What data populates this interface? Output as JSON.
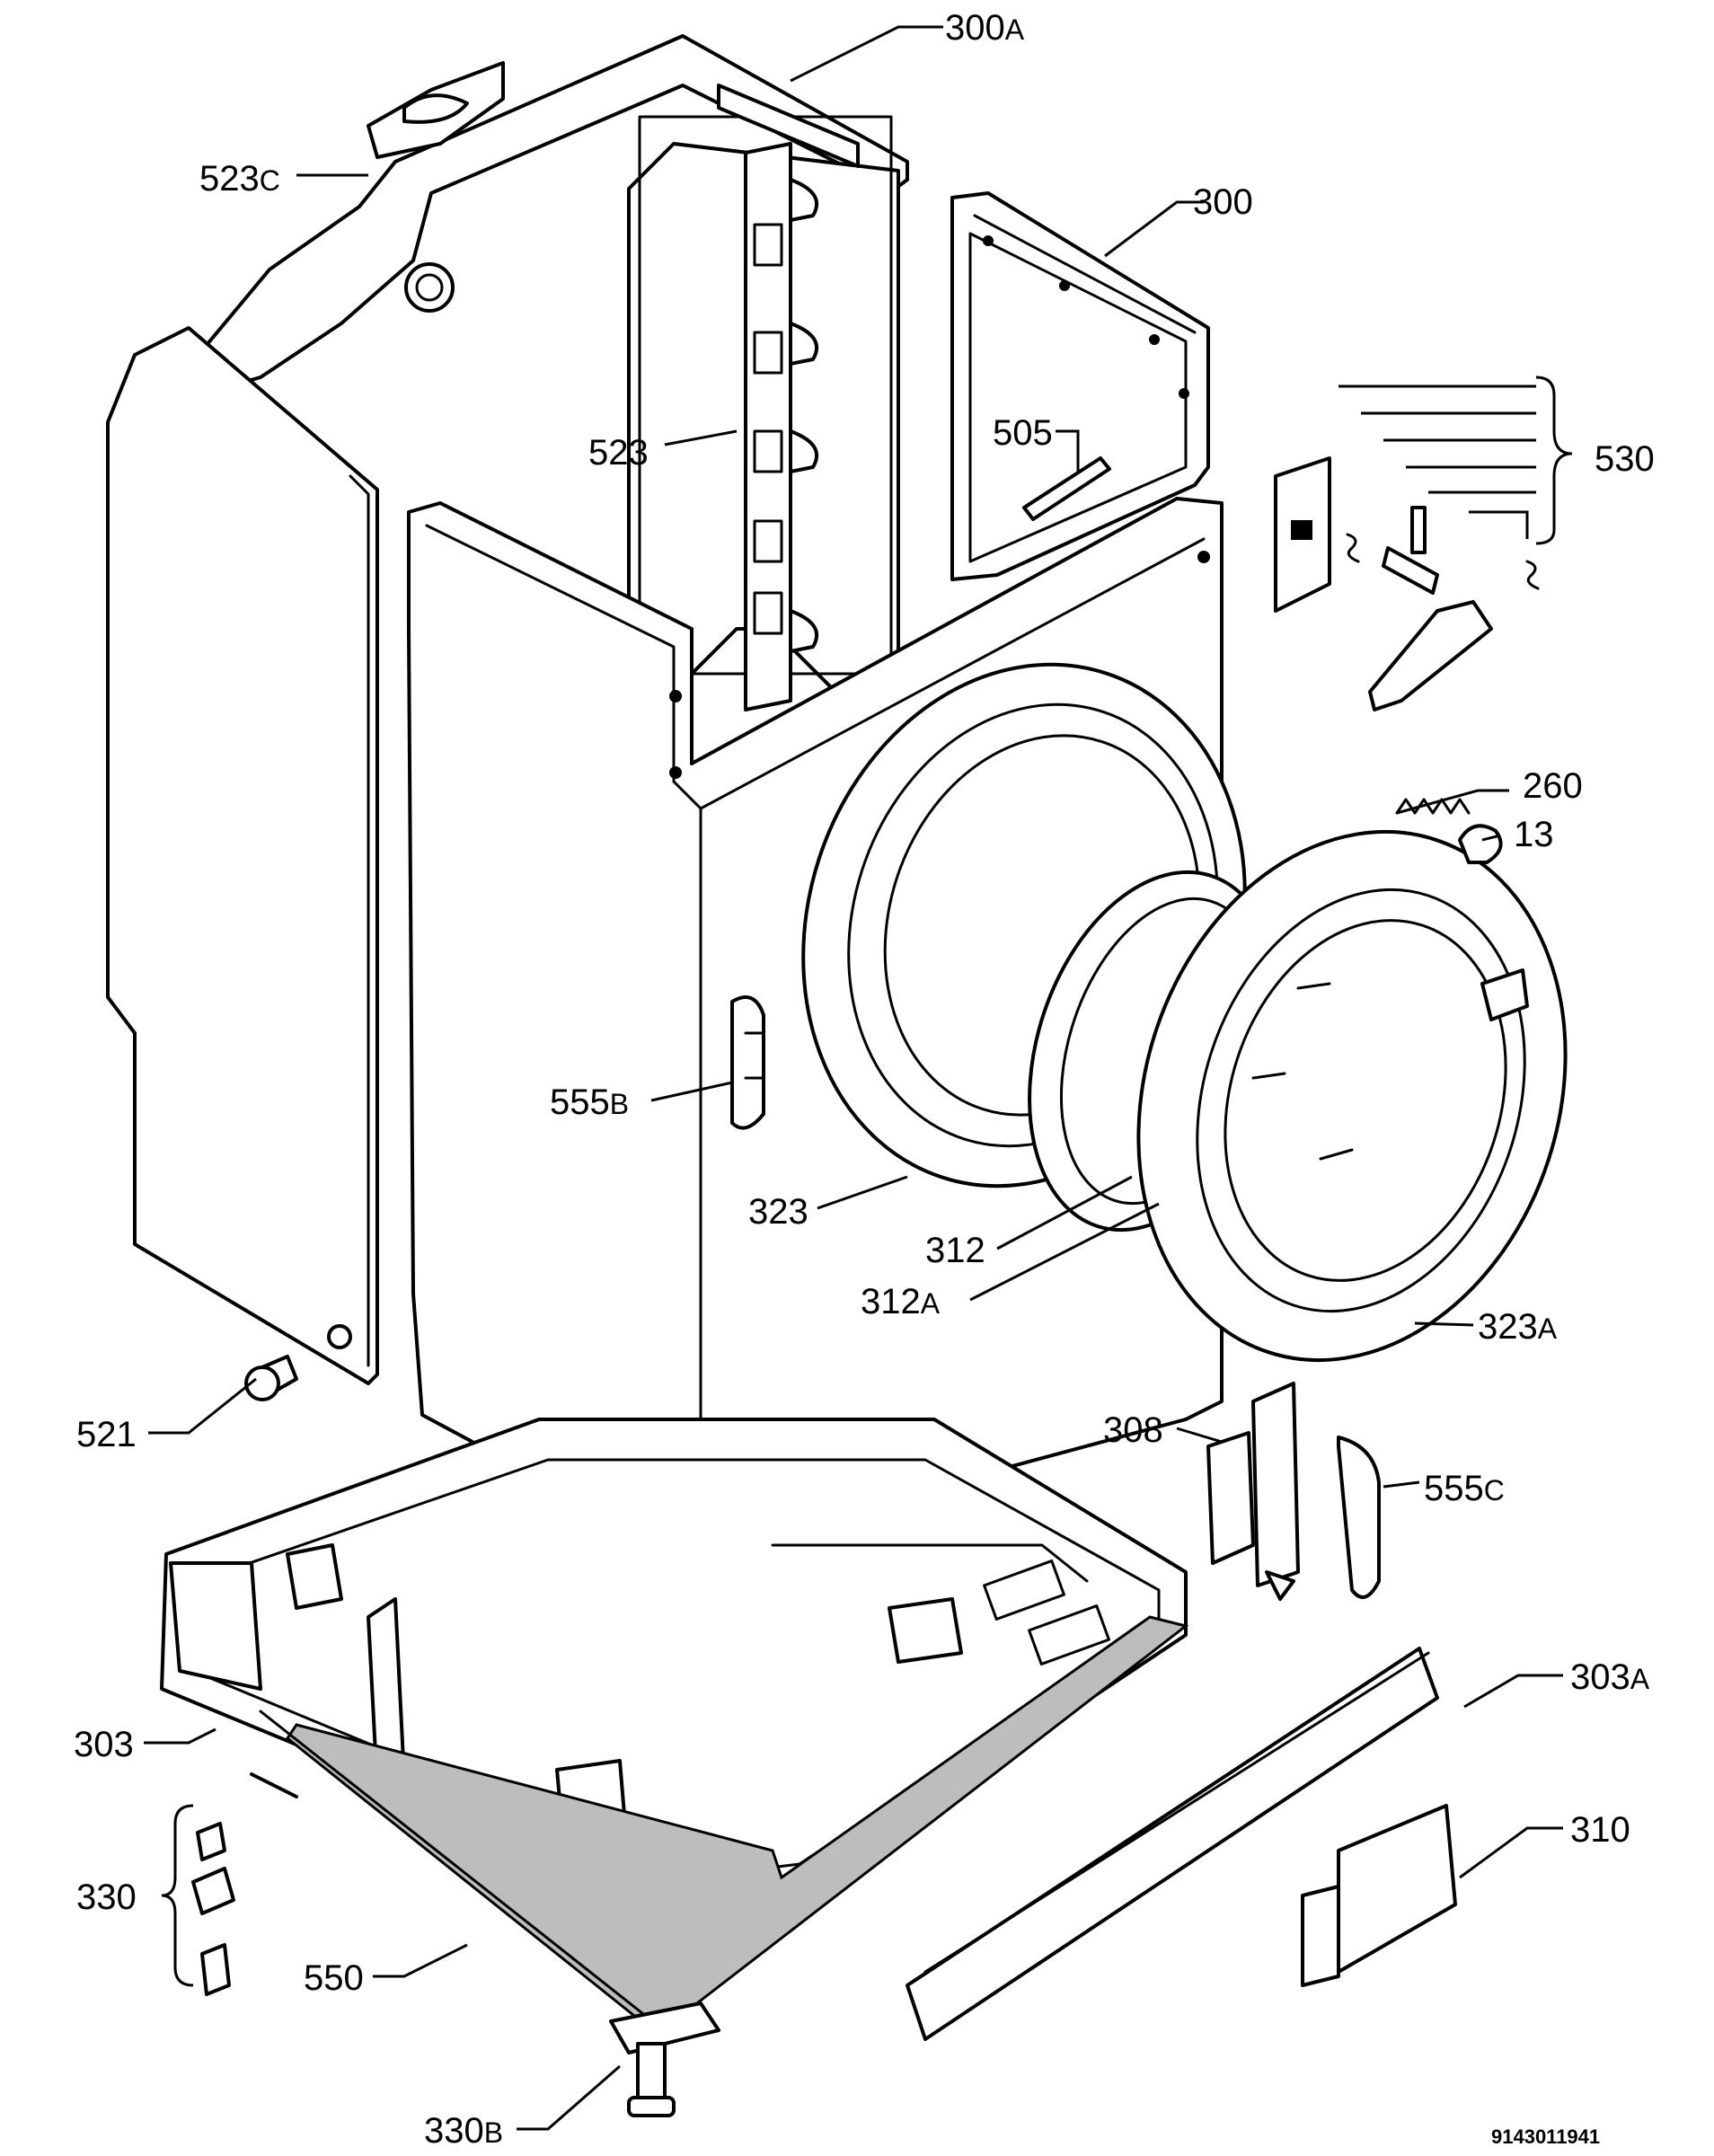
{
  "labels": {
    "l300a": {
      "num": "300",
      "suffix": "A"
    },
    "l523c": {
      "num": "523",
      "suffix": "C"
    },
    "l300": {
      "num": "300",
      "suffix": ""
    },
    "l505": {
      "num": "505",
      "suffix": ""
    },
    "l523": {
      "num": "523",
      "suffix": ""
    },
    "l530": {
      "num": "530",
      "suffix": ""
    },
    "l260": {
      "num": "260",
      "suffix": ""
    },
    "l13": {
      "num": "13",
      "suffix": ""
    },
    "l555b": {
      "num": "555",
      "suffix": "B"
    },
    "l323": {
      "num": "323",
      "suffix": ""
    },
    "l312": {
      "num": "312",
      "suffix": ""
    },
    "l312a": {
      "num": "312",
      "suffix": "A"
    },
    "l323a": {
      "num": "323",
      "suffix": "A"
    },
    "l521": {
      "num": "521",
      "suffix": ""
    },
    "l308": {
      "num": "308",
      "suffix": ""
    },
    "l555c": {
      "num": "555",
      "suffix": "C"
    },
    "l303": {
      "num": "303",
      "suffix": ""
    },
    "l303a": {
      "num": "303",
      "suffix": "A"
    },
    "l310": {
      "num": "310",
      "suffix": ""
    },
    "l330": {
      "num": "330",
      "suffix": ""
    },
    "l550": {
      "num": "550",
      "suffix": ""
    },
    "l330b": {
      "num": "330",
      "suffix": "B"
    }
  },
  "drawing_code": "9143011941"
}
